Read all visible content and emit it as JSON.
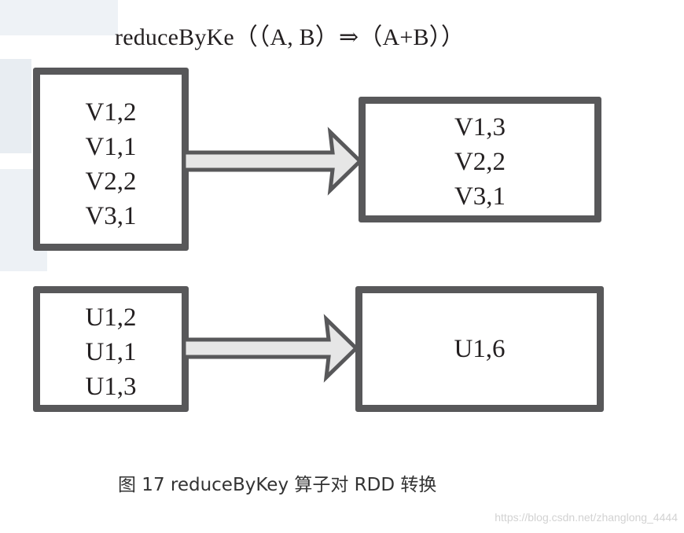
{
  "diagram": {
    "title": "reduceByKe（（A, B）⇒（A+B））",
    "groups": [
      {
        "input": [
          "V1,2",
          "V1,1",
          "V2,2",
          "V3,1"
        ],
        "output": [
          "V1,3",
          "V2,2",
          "V3,1"
        ]
      },
      {
        "input": [
          "U1,2",
          "U1,1",
          "U1,3"
        ],
        "output": [
          "U1,6"
        ]
      }
    ]
  },
  "caption": "图 17 reduceByKey 算子对 RDD 转换",
  "watermark": "https://blog.csdn.net/zhanglong_4444",
  "colors": {
    "box_border": "#58585a",
    "arrow_fill": "#e6e6e6",
    "arrow_stroke": "#58585a",
    "text": "#231f20"
  }
}
